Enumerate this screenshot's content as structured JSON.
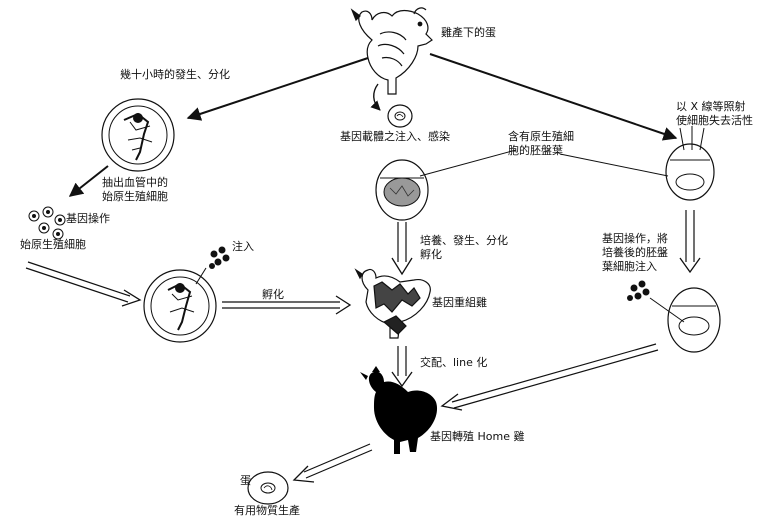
{
  "labels": {
    "hen_lays_egg": "雞產下的蛋",
    "hours_development": "幾十小時的發生、分化",
    "extract_pgc": "抽出血管中的\n始原生殖細胞",
    "gene_operation_1": "基因操作",
    "primordial_germ_cell": "始原生殖細胞",
    "inject": "注入",
    "incubate": "孵化",
    "vector_infection": "基因載體之注入、感染",
    "embryo_with_pgc": "含有原生殖細\n胞的胚盤葉",
    "culture_develop_hatch": "培養、發生、分化\n孵化",
    "recombinant_chicken": "基因重組雞",
    "crossbreed_line": "交配、line 化",
    "transgenic_homo": "基因轉殖 Home 雞",
    "egg": "蛋",
    "useful_substance": "有用物質生產",
    "xray_inactivate": "以 X 線等照射\n使細胞失去活性",
    "gene_op_inject_cultured": "基因操作，將\n培養後的胚盤\n葉細胞注入"
  },
  "colors": {
    "ink": "#111111",
    "background": "#ffffff"
  }
}
